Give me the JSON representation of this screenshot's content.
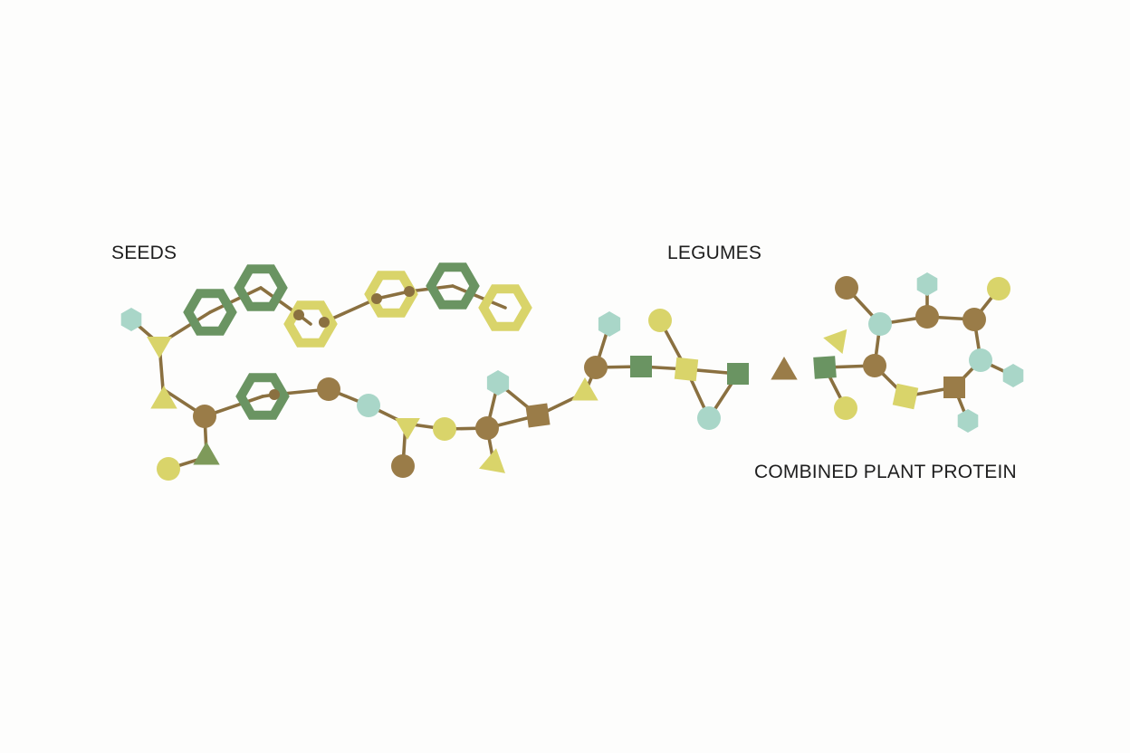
{
  "labels": {
    "seeds": "SEEDS",
    "legumes": "LEGUMES",
    "combined": "COMBINED PLANT PROTEIN"
  },
  "colors": {
    "bond": "#8a7040",
    "dark_green": "#6a9462",
    "olive_green": "#7e9a5a",
    "yellow": "#d9d46a",
    "mint": "#a9d6c8",
    "brown": "#9a7c48",
    "background": "#fdfdfc"
  },
  "groups": [
    {
      "id": "seeds",
      "label_key": "seeds"
    },
    {
      "id": "legumes",
      "label_key": "legumes"
    },
    {
      "id": "combined",
      "label_key": "combined"
    }
  ]
}
